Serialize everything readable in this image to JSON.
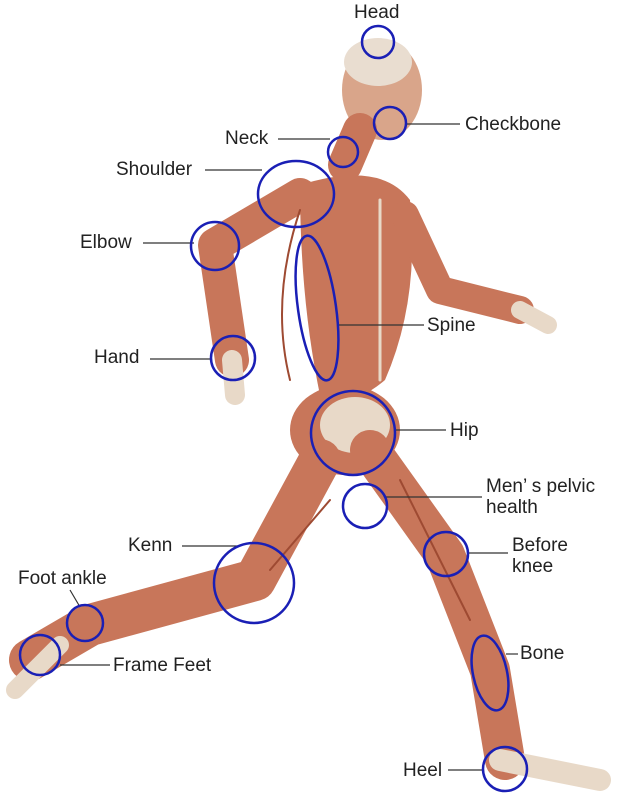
{
  "colors": {
    "marker": "#1a1fb5",
    "leader": "#333333",
    "muscle": "#c8765a",
    "muscle_dark": "#9e4a32",
    "tendon": "#e8d9c8"
  },
  "labels": {
    "head": "Head",
    "checkbone": "Checkbone",
    "neck": "Neck",
    "shoulder": "Shoulder",
    "elbow": "Elbow",
    "spine": "Spine",
    "hand": "Hand",
    "hip": "Hip",
    "pelvic_line1": "Men’ s pelvic",
    "pelvic_line2": "health",
    "knee_line1": "Before",
    "knee_line2": "knee",
    "kenn": "Kenn",
    "foot_ankle": "Foot ankle",
    "frame_feet": "Frame Feet",
    "bone": "Bone",
    "heel": "Heel"
  }
}
